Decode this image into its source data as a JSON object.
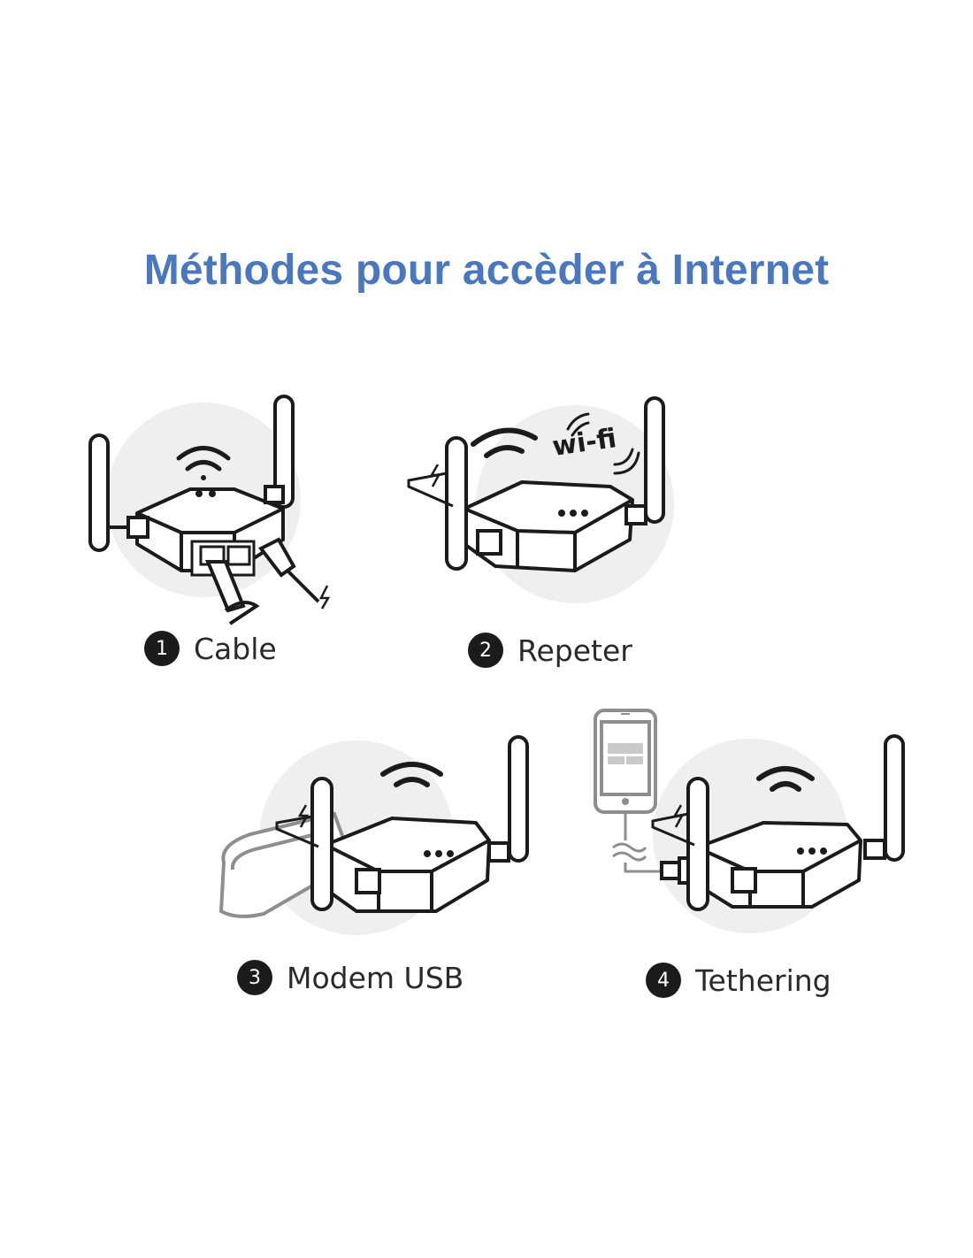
{
  "title": "Méthodes pour accèder à Internet",
  "colors": {
    "title": "#4a78c0",
    "ink": "#1b1b1b",
    "halo": "#efefef"
  },
  "methods": [
    {
      "number": "1",
      "label": "Cable",
      "icon": "ethernet-cable-icon"
    },
    {
      "number": "2",
      "label": "Repeter",
      "icon": "wifi-repeater-icon",
      "badge": "wi-fi"
    },
    {
      "number": "3",
      "label": "Modem USB",
      "icon": "usb-modem-icon"
    },
    {
      "number": "4",
      "label": "Tethering",
      "icon": "smartphone-tethering-icon"
    }
  ]
}
